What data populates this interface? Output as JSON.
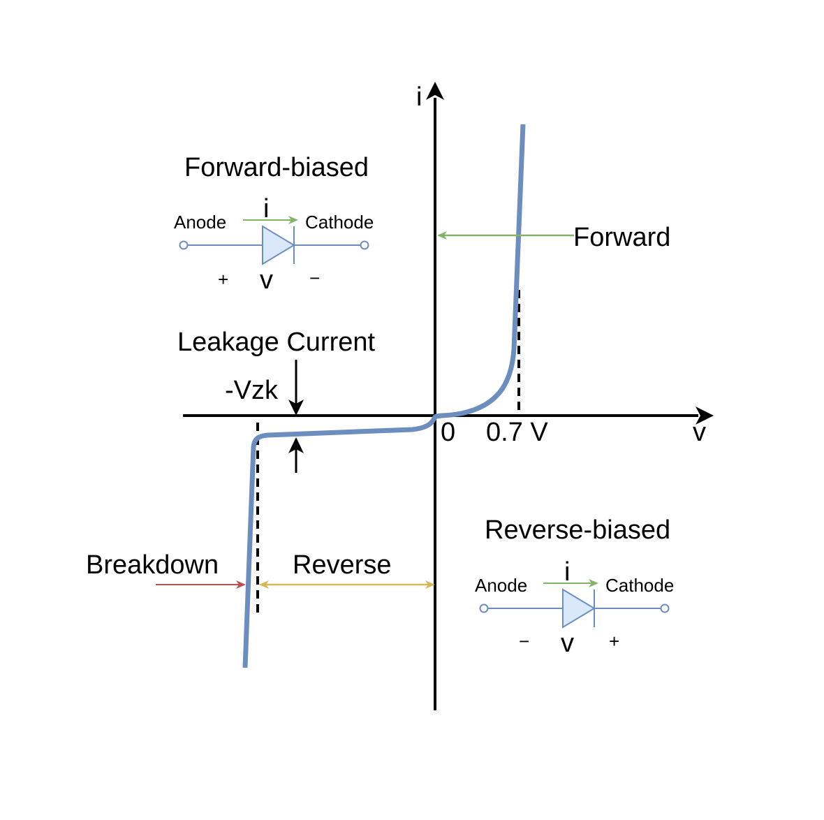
{
  "axes": {
    "x_label": "v",
    "y_label": "i",
    "origin_label": "0",
    "knee_label": "0.7 V"
  },
  "regions": {
    "forward": "Forward",
    "reverse": "Reverse",
    "breakdown": "Breakdown",
    "leakage": "Leakage Current",
    "vzk": "-Vzk"
  },
  "forward_biased": {
    "title": "Forward-biased",
    "anode": "Anode",
    "cathode": "Cathode",
    "current": "i",
    "voltage": "v",
    "left_sign": "+",
    "right_sign": "−"
  },
  "reverse_biased": {
    "title": "Reverse-biased",
    "anode": "Anode",
    "cathode": "Cathode",
    "current": "i",
    "voltage": "v",
    "left_sign": "−",
    "right_sign": "+"
  },
  "colors": {
    "curve": "#6c8ebf",
    "diode_fill": "#dae8fc",
    "current_arrow": "#82b366",
    "breakdown_arrow": "#b85450",
    "reverse_arrow": "#d6b656",
    "axis": "#000000"
  }
}
